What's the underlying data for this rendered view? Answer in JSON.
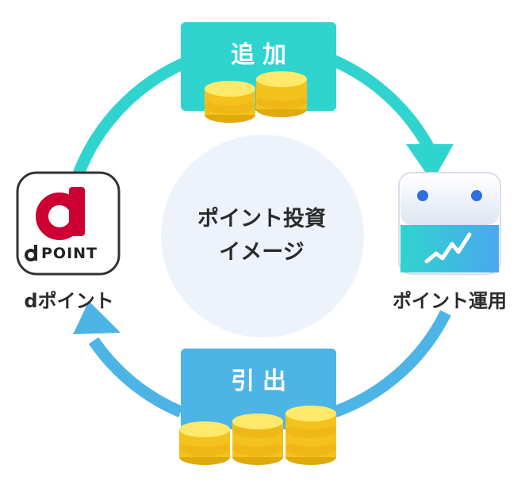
{
  "center": {
    "line1": "ポイント投資",
    "line2": "イメージ"
  },
  "top_banner": {
    "label": "追加"
  },
  "bottom_banner": {
    "label": "引出"
  },
  "left_app": {
    "logo_text": "POINT",
    "caption": "dポイント"
  },
  "right_app": {
    "caption": "ポイント運用"
  },
  "colors": {
    "teal": "#2fd4cf",
    "blue": "#4db4e6",
    "coin": "#f4c21c",
    "coin_top": "#ffe96a",
    "docomo_red": "#cc0033",
    "center_bg": "#eef3fb"
  }
}
